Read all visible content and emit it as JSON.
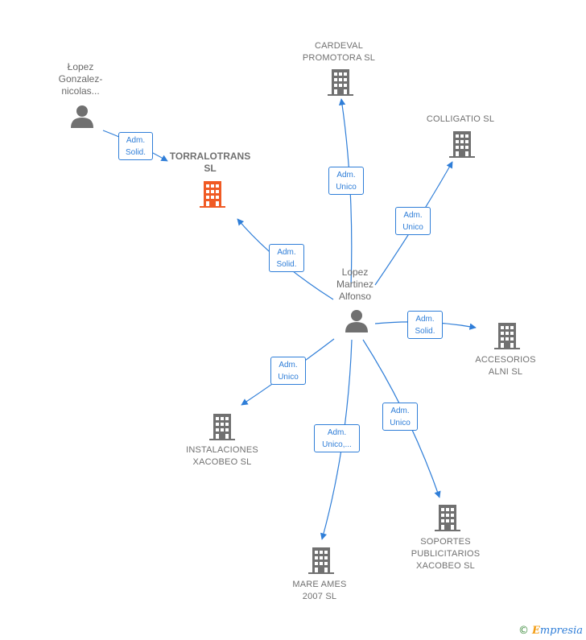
{
  "colors": {
    "edge": "#2f7ed8",
    "icon_gray": "#707070",
    "icon_focus": "#f05a24"
  },
  "nodes": {
    "lopez_gonzalez": {
      "label": "Łopez\nGonzalez-\nnicolas...",
      "icon": "person-icon"
    },
    "torralotrans": {
      "label": "TORRALOTRANS\nSL",
      "icon": "building-icon"
    },
    "cardeval": {
      "label": "CARDEVAL\nPROMOTORA SL",
      "icon": "building-icon"
    },
    "colligatio": {
      "label": "COLLIGATIO SL",
      "icon": "building-icon"
    },
    "lopez_martinez": {
      "label": "Lopez\nMartinez\nAlfonso",
      "icon": "person-icon"
    },
    "accesorios": {
      "label": "ACCESORIOS\nALNI SL",
      "icon": "building-icon"
    },
    "instalaciones": {
      "label": "INSTALACIONES\nXACOBEO SL",
      "icon": "building-icon"
    },
    "mare_ames": {
      "label": "MARE AMES\n2007 SL",
      "icon": "building-icon"
    },
    "soportes": {
      "label": "SOPORTES\nPUBLICITARIOS\nXACOBEO SL",
      "icon": "building-icon"
    }
  },
  "edges": {
    "lg_torralotrans": "Adm.\nSolid.",
    "lm_cardeval": "Adm.\nUnico",
    "lm_colligatio": "Adm.\nUnico",
    "lm_torralotrans": "Adm.\nSolid.",
    "lm_accesorios": "Adm.\nSolid.",
    "lm_instalaciones": "Adm.\nUnico",
    "lm_mare_ames": "Adm.\nUnico,...",
    "lm_soportes": "Adm.\nUnico"
  },
  "footer": {
    "copyright_symbol": "©",
    "brand_first": "E",
    "brand_rest": "mpresia"
  }
}
